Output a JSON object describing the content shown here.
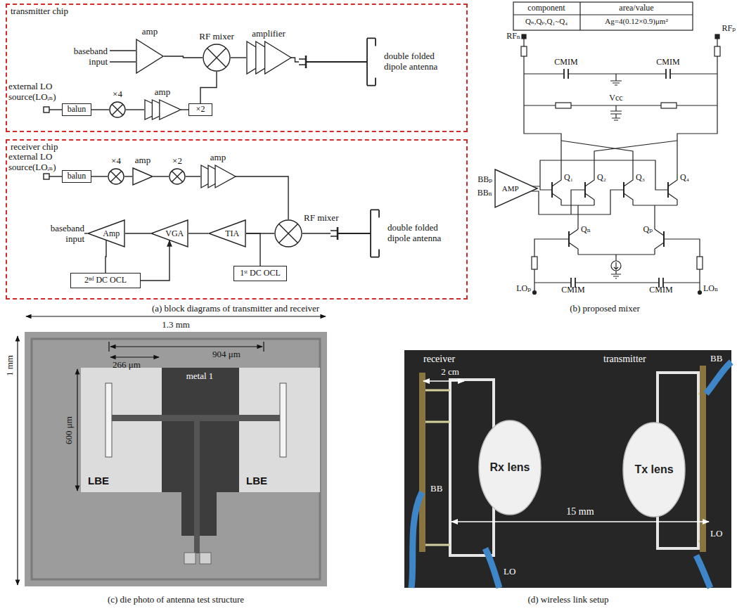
{
  "diagram": {
    "nodes": [
      {
        "text": [
          "transmitter chip"
        ]
      },
      {
        "text": [
          "amp"
        ],
        "in": 0
      },
      {
        "text": [
          "RF mixer"
        ],
        "in": 0
      },
      {
        "text": [
          "amplifier"
        ],
        "in": 0
      },
      {
        "text": [
          "double folded dipole antenna"
        ],
        "in": 0
      },
      {
        "text": [
          "balun"
        ],
        "in": 0
      },
      {
        "text": [
          "×4"
        ],
        "in": 0
      },
      {
        "text": [
          "amp"
        ],
        "in": 0
      },
      {
        "text": [
          "×2"
        ],
        "in": 0
      },
      {
        "text": [
          "receiver chip"
        ]
      },
      {
        "text": [
          "balun"
        ],
        "in": 9
      },
      {
        "text": [
          "×4"
        ],
        "in": 9
      },
      {
        "text": [
          "amp"
        ],
        "in": 9
      },
      {
        "text": [
          "×2"
        ],
        "in": 9
      },
      {
        "text": [
          "amp"
        ],
        "in": 9
      },
      {
        "text": [
          "RF mixer"
        ],
        "in": 9
      },
      {
        "text": [
          "double folded dipole antenna"
        ],
        "in": 9
      },
      {
        "text": [
          "TIA"
        ],
        "in": 9
      },
      {
        "text": [
          "VGA"
        ],
        "in": 9
      },
      {
        "text": [
          "Amp"
        ],
        "in": 9
      },
      {
        "text": [
          "1ˢᵗ DC OCL"
        ],
        "in": 9
      },
      {
        "text": [
          "2ⁿᵈ DC OCL"
        ],
        "in": 9
      },
      {
        "text": [
          "AMP"
        ]
      },
      {
        "text": [
          "LBE"
        ]
      },
      {
        "text": [
          "LBE"
        ]
      },
      {
        "text": [
          "Rx lens"
        ]
      },
      {
        "text": [
          "Tx lens"
        ]
      }
    ],
    "edges": [
      {
        "from": 1,
        "to": 2,
        "arrow": "none"
      },
      {
        "from": 2,
        "to": 3,
        "arrow": "none"
      },
      {
        "from": 3,
        "to": 4,
        "arrow": "none"
      },
      {
        "from": 5,
        "to": 6,
        "arrow": "none"
      },
      {
        "from": 6,
        "to": 7,
        "arrow": "none"
      },
      {
        "from": 7,
        "to": 8,
        "arrow": "none"
      },
      {
        "from": 8,
        "to": 2,
        "arrow": "none"
      },
      {
        "from": 10,
        "to": 11,
        "arrow": "none"
      },
      {
        "from": 11,
        "to": 12,
        "arrow": "none"
      },
      {
        "from": 12,
        "to": 13,
        "arrow": "none"
      },
      {
        "from": 13,
        "to": 14,
        "arrow": "none"
      },
      {
        "from": 14,
        "to": 15,
        "arrow": "none"
      },
      {
        "from": 15,
        "to": 16,
        "arrow": "none"
      },
      {
        "from": 15,
        "to": 17,
        "arrow": "none"
      },
      {
        "from": 17,
        "to": 18,
        "arrow": "none"
      },
      {
        "from": 18,
        "to": 19,
        "arrow": "none"
      },
      {
        "from": 20,
        "to": 17,
        "arrow": "none"
      },
      {
        "from": 21,
        "to": 19,
        "arrow": "none"
      },
      {
        "from": 21,
        "to": 18,
        "arrow": "to"
      }
    ],
    "labels": [
      "baseband input",
      "external LO source(LOᵢₙ)",
      "external LO source(LOᵢₙ)",
      "baseband input",
      "component",
      "area/value",
      "Qₙ,Qₚ,Q₁~Q₄",
      "Ag=4(0.12×0.9)μm²",
      "RFₙ",
      "RFₚ",
      "CMIM",
      "CMIM",
      "Vcc",
      "BBₚ",
      "BBₙ",
      "Q₁",
      "Q₂",
      "Q₃",
      "Q₄",
      "Qₙ",
      "Qₚ",
      "CMIM",
      "CMIM",
      "LOₚ",
      "LOₙ",
      "1.3 mm",
      "904 μm",
      "266 μm",
      "1 mm",
      "600 μm",
      "metal 1",
      "receiver",
      "transmitter",
      "2 cm",
      "15 mm",
      "BB",
      "BB",
      "LO",
      "LO",
      "(a) block diagrams of transmitter and receiver",
      "(b) proposed mixer",
      "(c) die photo of antenna test structure",
      "(d) wireless link setup"
    ]
  }
}
